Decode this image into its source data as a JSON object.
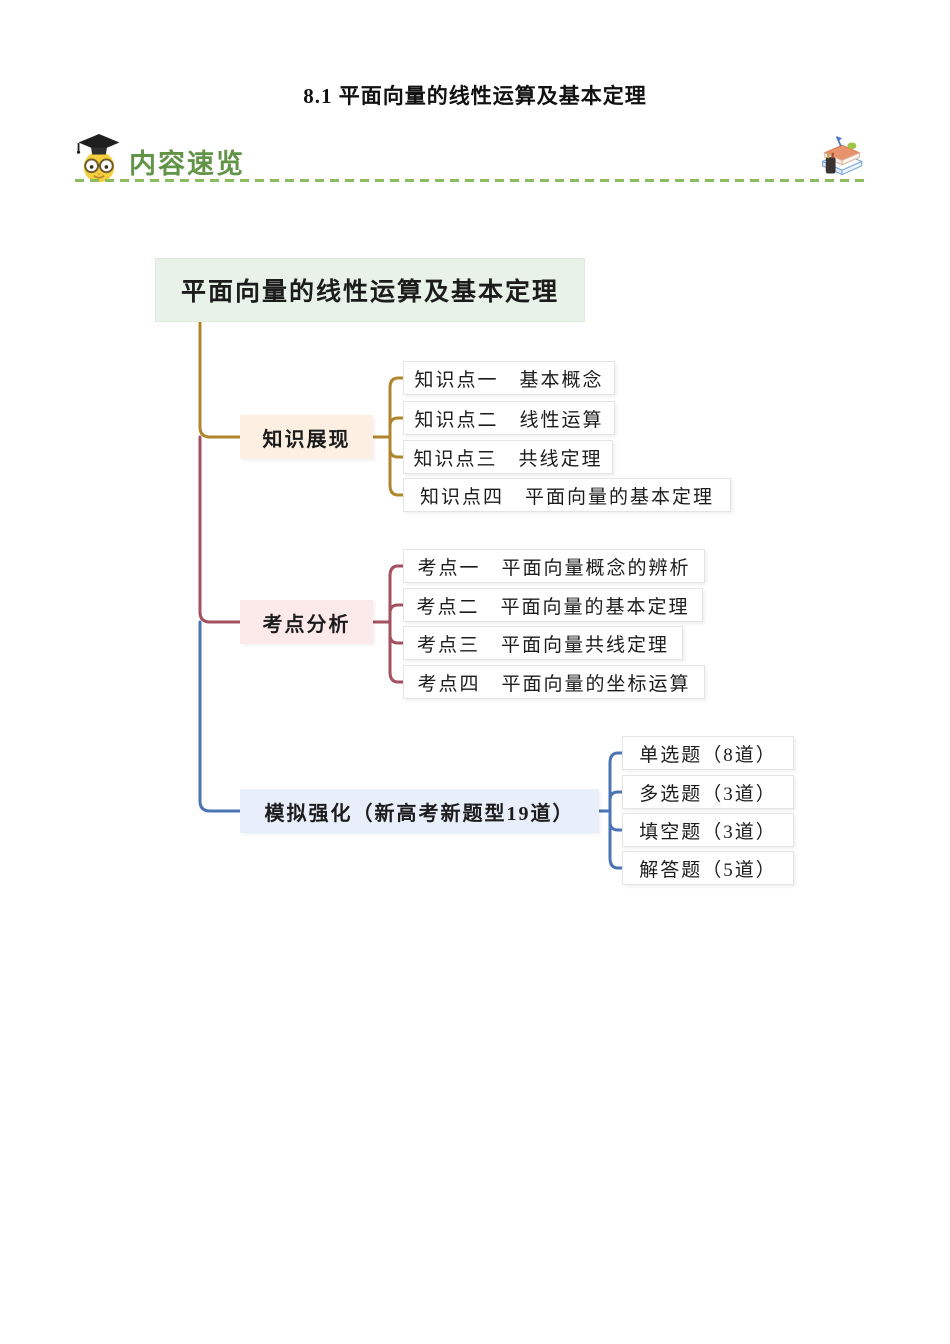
{
  "page": {
    "title": "8.1 平面向量的线性运算及基本定理"
  },
  "header": {
    "label": "内容速览",
    "accent_green": "#629447",
    "dash_color": "#8dbb60",
    "left_icon": "owl-graduate-emoji",
    "right_icon": "books-stack"
  },
  "mindmap": {
    "root": {
      "label": "平面向量的线性运算及基本定理",
      "fill": "#e9f2e9"
    },
    "branches": [
      {
        "label": "知识展现",
        "color": "#b0862c",
        "fill": "#fdf0e2",
        "children": [
          "知识点一　基本概念",
          "知识点二　线性运算",
          "知识点三　共线定理",
          "知识点四　平面向量的基本定理"
        ]
      },
      {
        "label": "考点分析",
        "color": "#a3505f",
        "fill": "#fce9e9",
        "children": [
          "考点一　平面向量概念的辨析",
          "考点二　平面向量的基本定理",
          "考点三　平面向量共线定理",
          "考点四　平面向量的坐标运算"
        ]
      },
      {
        "label": "模拟强化（新高考新题型19道）",
        "color": "#4b74b5",
        "fill": "#e9eefb",
        "children": [
          "单选题（8道）",
          "多选题（3道）",
          "填空题（3道）",
          "解答题（5道）"
        ]
      }
    ]
  }
}
